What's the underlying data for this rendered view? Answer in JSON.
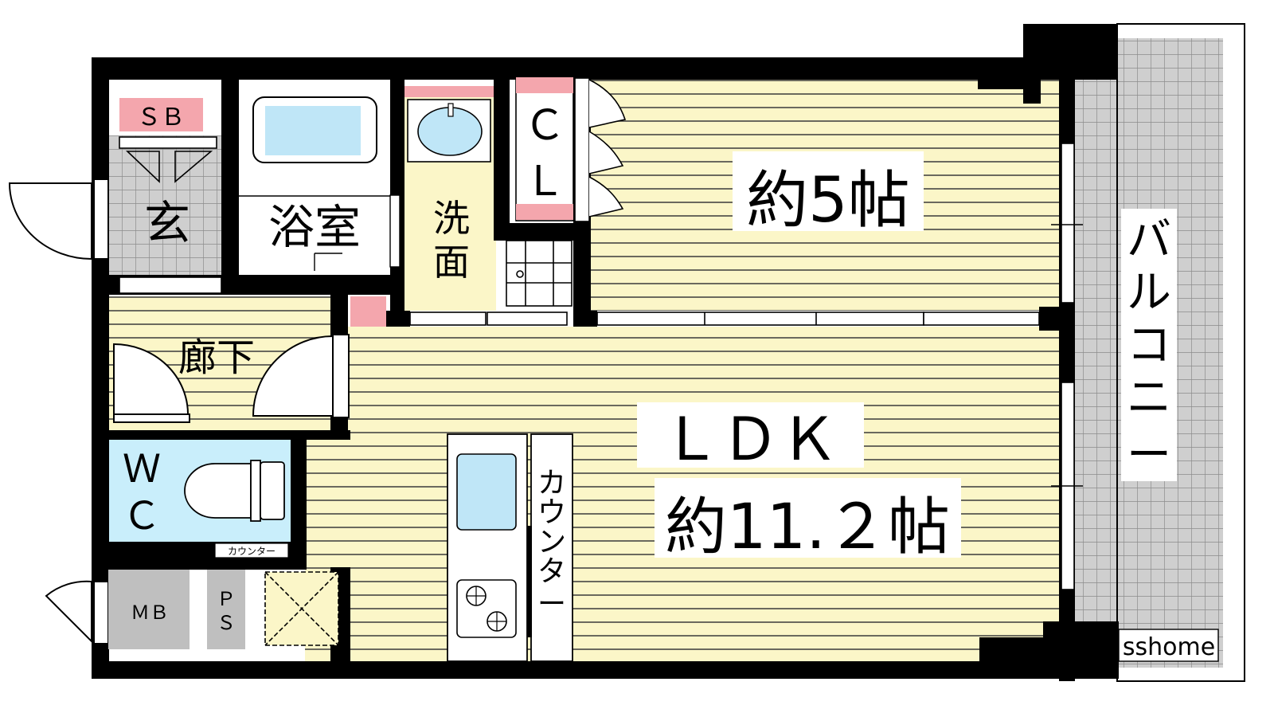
{
  "rooms": {
    "sb": "ＳＢ",
    "entrance": "玄",
    "bath": "浴室",
    "washroom_1": "洗",
    "washroom_2": "面",
    "closet_1": "Ｃ",
    "closet_2": "Ｌ",
    "room5": "約5帖",
    "balcony": [
      "バ",
      "ル",
      "コ",
      "ニ",
      "ー"
    ],
    "hallway": "廊下",
    "wc_1": "Ｗ",
    "wc_2": "Ｃ",
    "wc_counter": "カウンター",
    "ldk": "ＬＤＫ",
    "ldk_size": "約11.２帖",
    "counter": [
      "カ",
      "ウ",
      "ン",
      "タ",
      "ー"
    ],
    "mb": "ＭＢ",
    "ps_1": "Ｐ",
    "ps_2": "Ｓ"
  },
  "watermark": "sshome",
  "colors": {
    "floor": "#fbf6c8",
    "floor_lines": "#3a3a3a",
    "wall": "#000000",
    "wet_area": "#ffffff",
    "tile": "#bdbdbd",
    "water": "#bfe6f7",
    "pink": "#f4a6ad",
    "grey_box": "#bfbfbf"
  }
}
